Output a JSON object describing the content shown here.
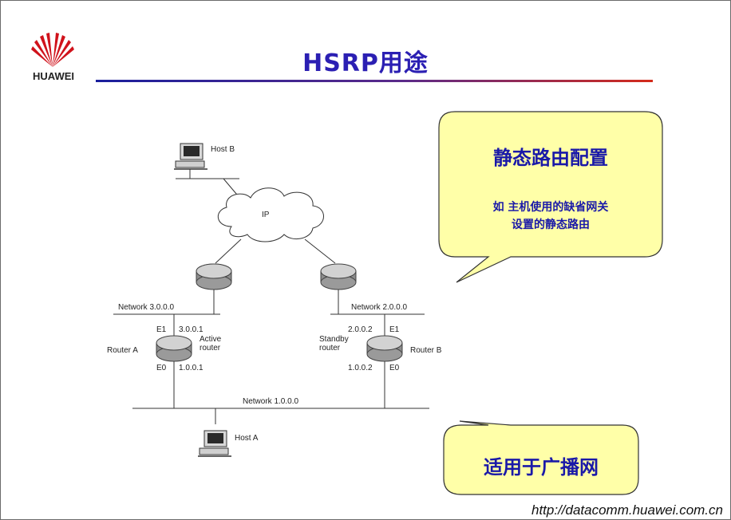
{
  "brand": {
    "logo_text": "HUAWEI"
  },
  "slide": {
    "title": "HSRP用途"
  },
  "diagram": {
    "host_b": "Host B",
    "cloud": "IP",
    "network_3": "Network 3.0.0.0",
    "network_2": "Network 2.0.0.0",
    "network_1": "Network 1.0.0.0",
    "router_a": "Router A",
    "router_b": "Router B",
    "active_router_1": "Active",
    "active_router_2": "router",
    "standby_router_1": "Standby",
    "standby_router_2": "router",
    "ra_e1": "E1",
    "ra_e1_ip": "3.0.0.1",
    "ra_e0": "E0",
    "ra_e0_ip": "1.0.0.1",
    "rb_e1": "E1",
    "rb_e1_ip": "2.0.0.2",
    "rb_e0": "E0",
    "rb_e0_ip": "1.0.0.2",
    "host_a": "Host A"
  },
  "callout_static": {
    "title": "静态路由配置",
    "line1": "如  主机使用的缺省网关",
    "line2": "设置的静态路由"
  },
  "callout_broadcast": {
    "title": "适用于广播网"
  },
  "footer": {
    "url": "http://datacomm.huawei.com.cn"
  },
  "colors": {
    "title": "#2b1fb3",
    "callout_fill": "#ffffa8",
    "callout_text": "#1a19a8",
    "logo_red": "#d0121b"
  }
}
